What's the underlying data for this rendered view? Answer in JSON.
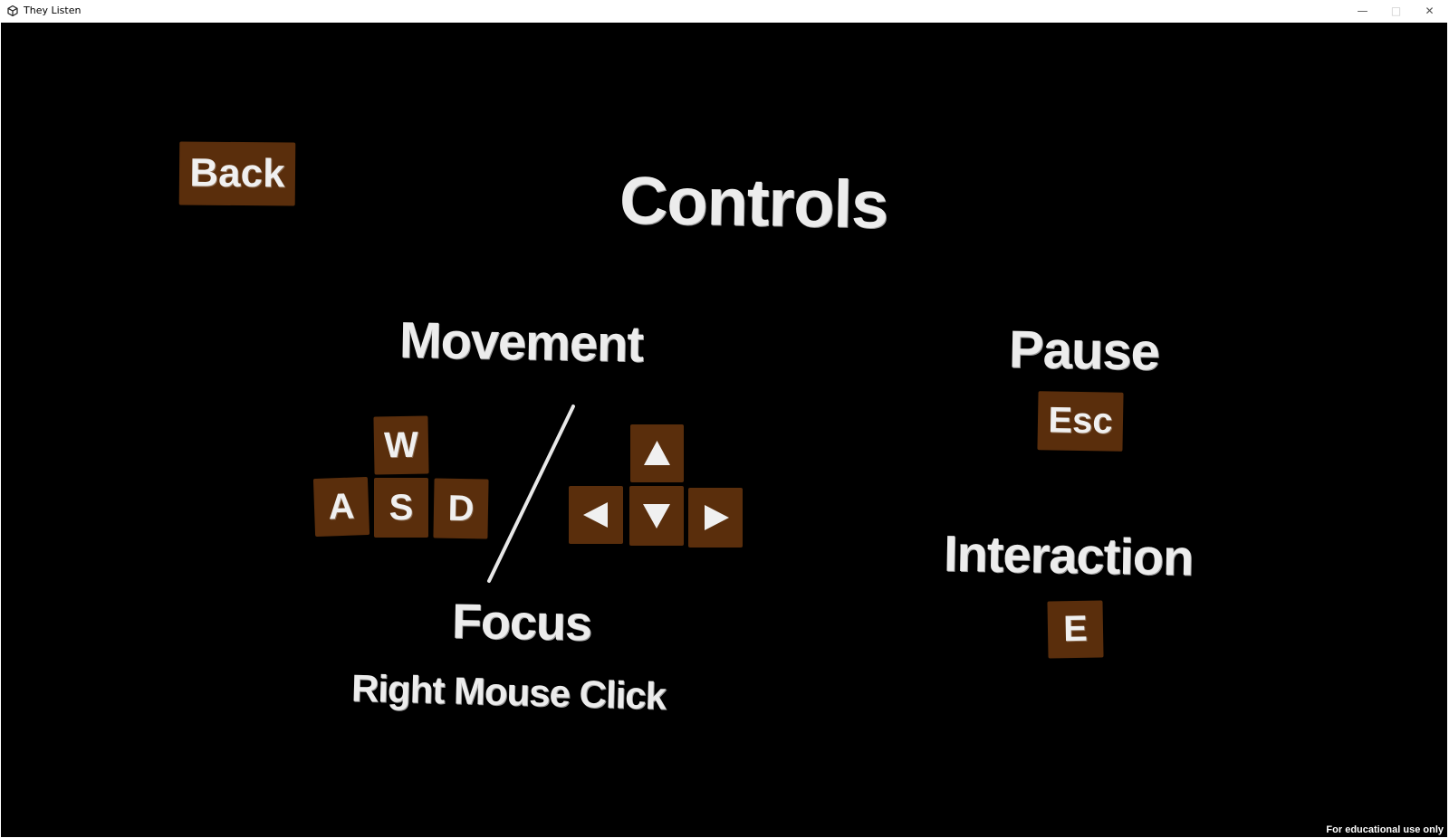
{
  "window": {
    "title": "They Listen",
    "icon": "unity-icon",
    "controls": {
      "minimize": "—",
      "maximize": "□",
      "close": "✕"
    }
  },
  "colors": {
    "background": "#000000",
    "key_fill": "#5a2e0c",
    "text": "#ececec"
  },
  "menu": {
    "back_label": "Back",
    "title": "Controls"
  },
  "movement": {
    "heading": "Movement",
    "keys": {
      "w": "W",
      "a": "A",
      "s": "S",
      "d": "D"
    },
    "arrow_icons": [
      "arrow-up-icon",
      "arrow-left-icon",
      "arrow-down-icon",
      "arrow-right-icon"
    ]
  },
  "focus": {
    "heading": "Focus",
    "binding": "Right Mouse Click"
  },
  "pause": {
    "heading": "Pause",
    "key": "Esc"
  },
  "interaction": {
    "heading": "Interaction",
    "key": "E"
  },
  "footer": {
    "note": "For educational use only"
  }
}
